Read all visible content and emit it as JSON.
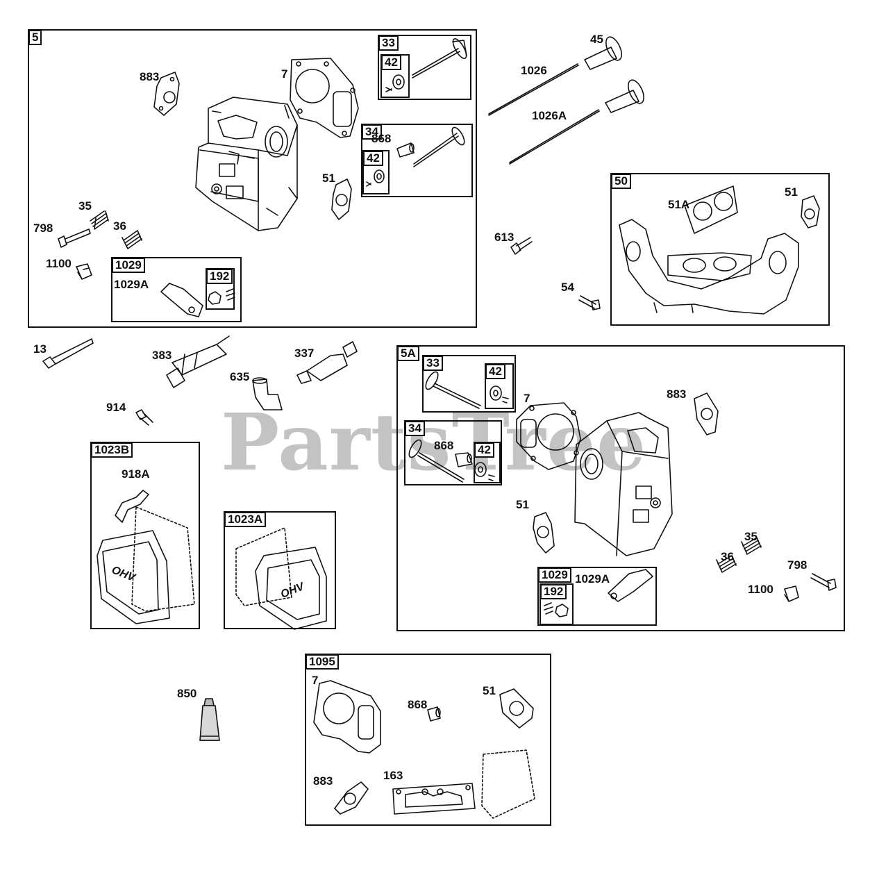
{
  "watermark": "PartsTree",
  "boxes": {
    "b5": "5",
    "b33a": "33",
    "b42a": "42",
    "b34a": "34",
    "b42b": "42",
    "b1029a": "1029",
    "b192a": "192",
    "b50": "50",
    "b5A": "5A",
    "b33b": "33",
    "b42c": "42",
    "b34b": "34",
    "b42d": "42",
    "b1029b": "1029",
    "b192b": "192",
    "b1023B": "1023B",
    "b1023A": "1023A",
    "b1095": "1095"
  },
  "labels": {
    "l883a": "883",
    "l7a": "7",
    "l51a": "51",
    "l868a": "868",
    "l35a": "35",
    "l798a": "798",
    "l36a": "36",
    "l1100a": "1100",
    "l1029Aa": "1029A",
    "l45": "45",
    "l1026": "1026",
    "l1026A": "1026A",
    "l51Ab": "51A",
    "l51b": "51",
    "l613": "613",
    "l54": "54",
    "l13": "13",
    "l383": "383",
    "l337": "337",
    "l635": "635",
    "l914": "914",
    "l918A": "918A",
    "l7b": "7",
    "l883b": "883",
    "l868b": "868",
    "l51c": "51",
    "l35b": "35",
    "l36b": "36",
    "l798b": "798",
    "l1100b": "1100",
    "l1029Ab": "1029A",
    "l850": "850",
    "l7c": "7",
    "l868c": "868",
    "l51d": "51",
    "l883c": "883",
    "l163": "163"
  },
  "decals": {
    "ohv": "OHV"
  }
}
